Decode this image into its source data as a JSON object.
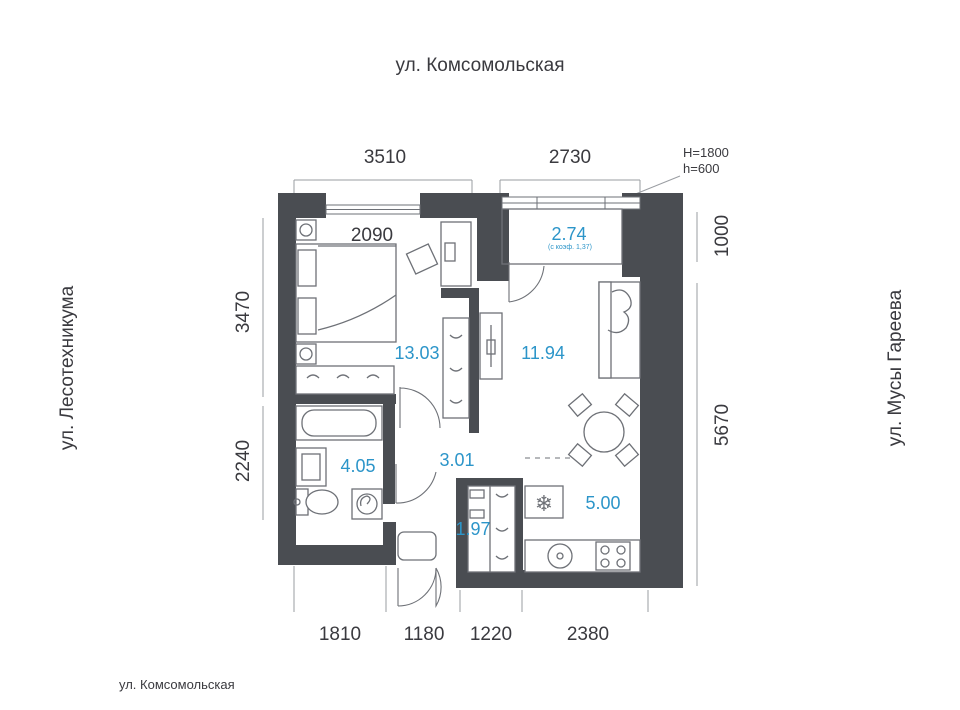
{
  "streets": {
    "top": "ул. Комсомольская",
    "left": "ул. Лесотехникума",
    "right": "ул. Мусы Гареева",
    "bottom": "ул. Комсомольская"
  },
  "dimensions": {
    "top_left": "3510",
    "top_right": "2730",
    "left_upper": "3470",
    "left_lower": "2240",
    "right_upper": "1000",
    "right_lower": "5670",
    "bottom_1": "1810",
    "bottom_2": "1180",
    "bottom_3": "1220",
    "bottom_4": "2380",
    "bedroom_wall": "2090"
  },
  "window_note": {
    "line1": "H=1800",
    "line2": "h=600"
  },
  "areas": {
    "bedroom": "13.03",
    "living": "11.94",
    "balcony": "2.74",
    "balcony_coef": "(с коэф. 1,37)",
    "bathroom": "4.05",
    "hall": "3.01",
    "closet": "1.97",
    "kitchen": "5.00"
  },
  "colors": {
    "wall": "#4a4d52",
    "area_label": "#2c95c9",
    "text": "#3a3a3f"
  }
}
